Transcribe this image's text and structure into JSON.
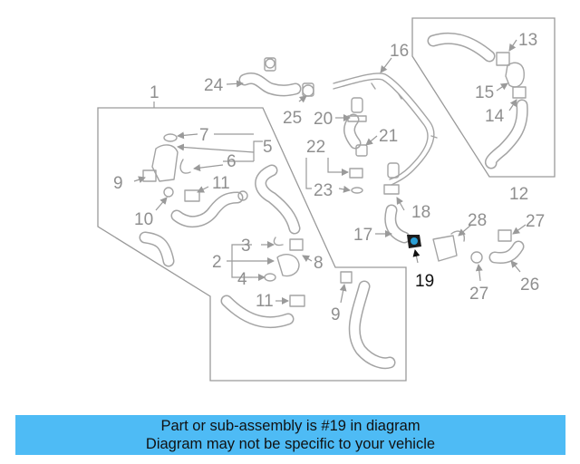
{
  "callouts": {
    "c1": "1",
    "c2a": "2",
    "c3": "3",
    "c4": "4",
    "c5": "5",
    "c6": "6",
    "c7": "7",
    "c8": "8",
    "c9a": "9",
    "c9b": "9",
    "c10": "10",
    "c11a": "11",
    "c11b": "11",
    "c12": "12",
    "c13": "13",
    "c14": "14",
    "c15": "15",
    "c16": "16",
    "c17": "17",
    "c18": "18",
    "c19": "19",
    "c20": "20",
    "c21": "21",
    "c22": "22",
    "c23": "23",
    "c24": "24",
    "c25": "25",
    "c26": "26",
    "c27a": "27",
    "c27b": "27",
    "c28": "28"
  },
  "highlight_color": "#2a9fd6",
  "banner": {
    "line1": "Part or sub-assembly is #19 in diagram",
    "line2": "Diagram may not be specific to your vehicle",
    "color": "#4ebbf5"
  }
}
